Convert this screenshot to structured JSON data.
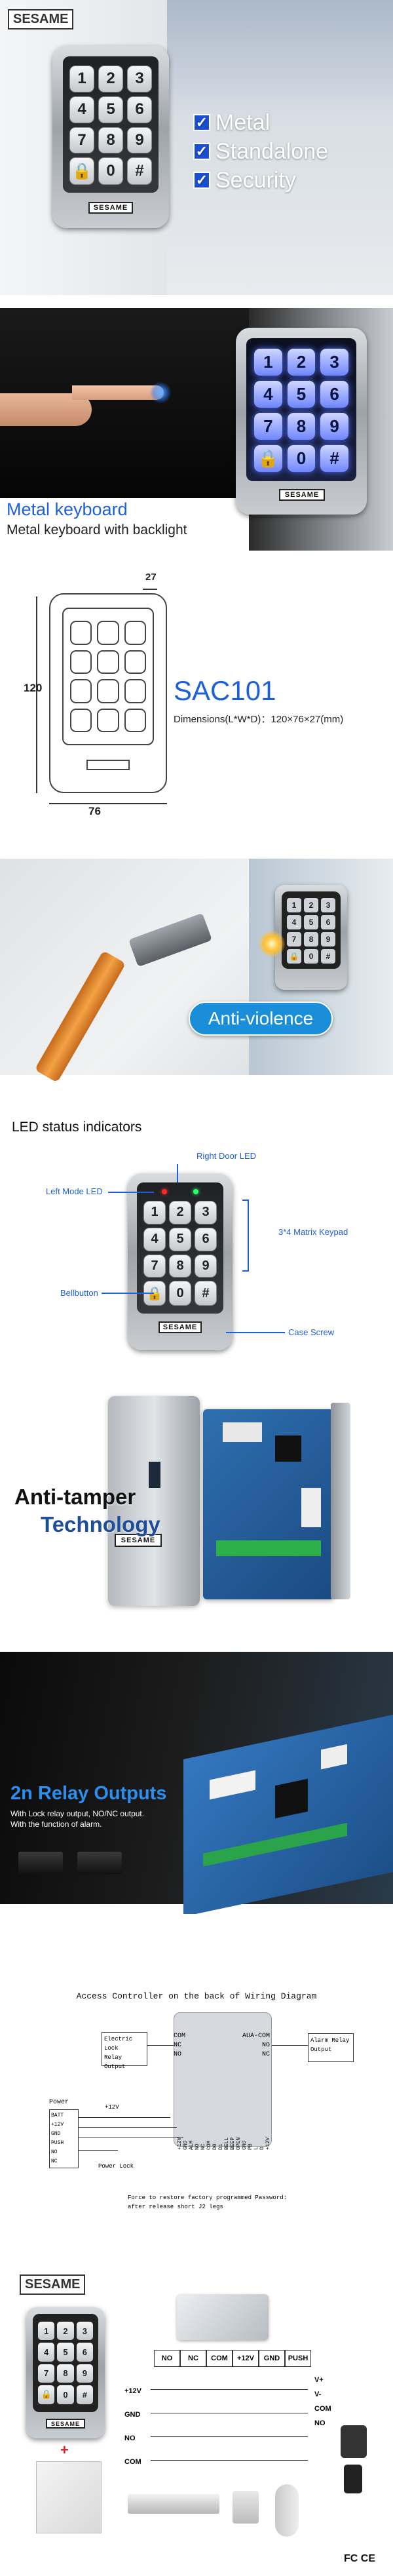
{
  "brand": "SESAME",
  "keypad_keys": [
    "1",
    "2",
    "3",
    "4",
    "5",
    "6",
    "7",
    "8",
    "9",
    "🔒",
    "0",
    "#"
  ],
  "s1": {
    "features": [
      "Metal",
      "Standalone",
      "Security"
    ]
  },
  "s2": {
    "title": "Metal keyboard",
    "subtitle": "Metal keyboard with backlight"
  },
  "s3": {
    "model": "SAC101",
    "dimensions": "Dimensions(L*W*D)：120×76×27(mm)",
    "dim_height": "120",
    "dim_width": "76",
    "dim_depth": "27"
  },
  "s4": {
    "badge": "Anti-violence"
  },
  "s5": {
    "heading": "LED status indicators",
    "labels": {
      "right_led": "Right Door LED",
      "left_led": "Left Mode LED",
      "matrix": "3*4 Matrix Keypad",
      "bell": "Bellbutton",
      "screw": "Case Screw"
    }
  },
  "s6": {
    "line1": "Anti-tamper",
    "line2": "Technology"
  },
  "s7": {
    "title": "2n Relay Outputs",
    "desc1": "With Lock relay output, NO/NC output.",
    "desc2": "With the function of alarm."
  },
  "s8": {
    "title": "Access Controller on the back of Wiring Diagram",
    "left_box": [
      "Electric",
      "Lock",
      "Relay Output"
    ],
    "left_pins": [
      "COM",
      "NC",
      "NO"
    ],
    "right_box": [
      "Alarm Relay",
      "Output"
    ],
    "right_pins": [
      "AUA-COM",
      "NO",
      "NC"
    ],
    "power_label": "Power",
    "power_left": [
      "BATT",
      "+12V",
      "GND",
      "PUSH",
      "NO",
      "NC"
    ],
    "v12": "+12V",
    "power_lock": "Power Lock",
    "bottom_pins": [
      "+12V",
      "GND",
      "ALM",
      "NO",
      "NC",
      "COM",
      "D0",
      "D1",
      "BELL",
      "BEEP",
      "OPEN",
      "GND",
      "PB",
      "L",
      "D",
      "+12V"
    ],
    "note1": "Force to restore factory programmed Password:",
    "note2": "after release short J2 legs"
  },
  "s9": {
    "terminals": [
      "NO",
      "NC",
      "COM",
      "+12V",
      "GND",
      "PUSH"
    ],
    "left_labels": [
      "+12V",
      "GND",
      "NO",
      "COM"
    ],
    "right_labels": [
      "V+",
      "V-",
      "COM",
      "NO"
    ],
    "plus": "+"
  },
  "footer": "FC CE"
}
